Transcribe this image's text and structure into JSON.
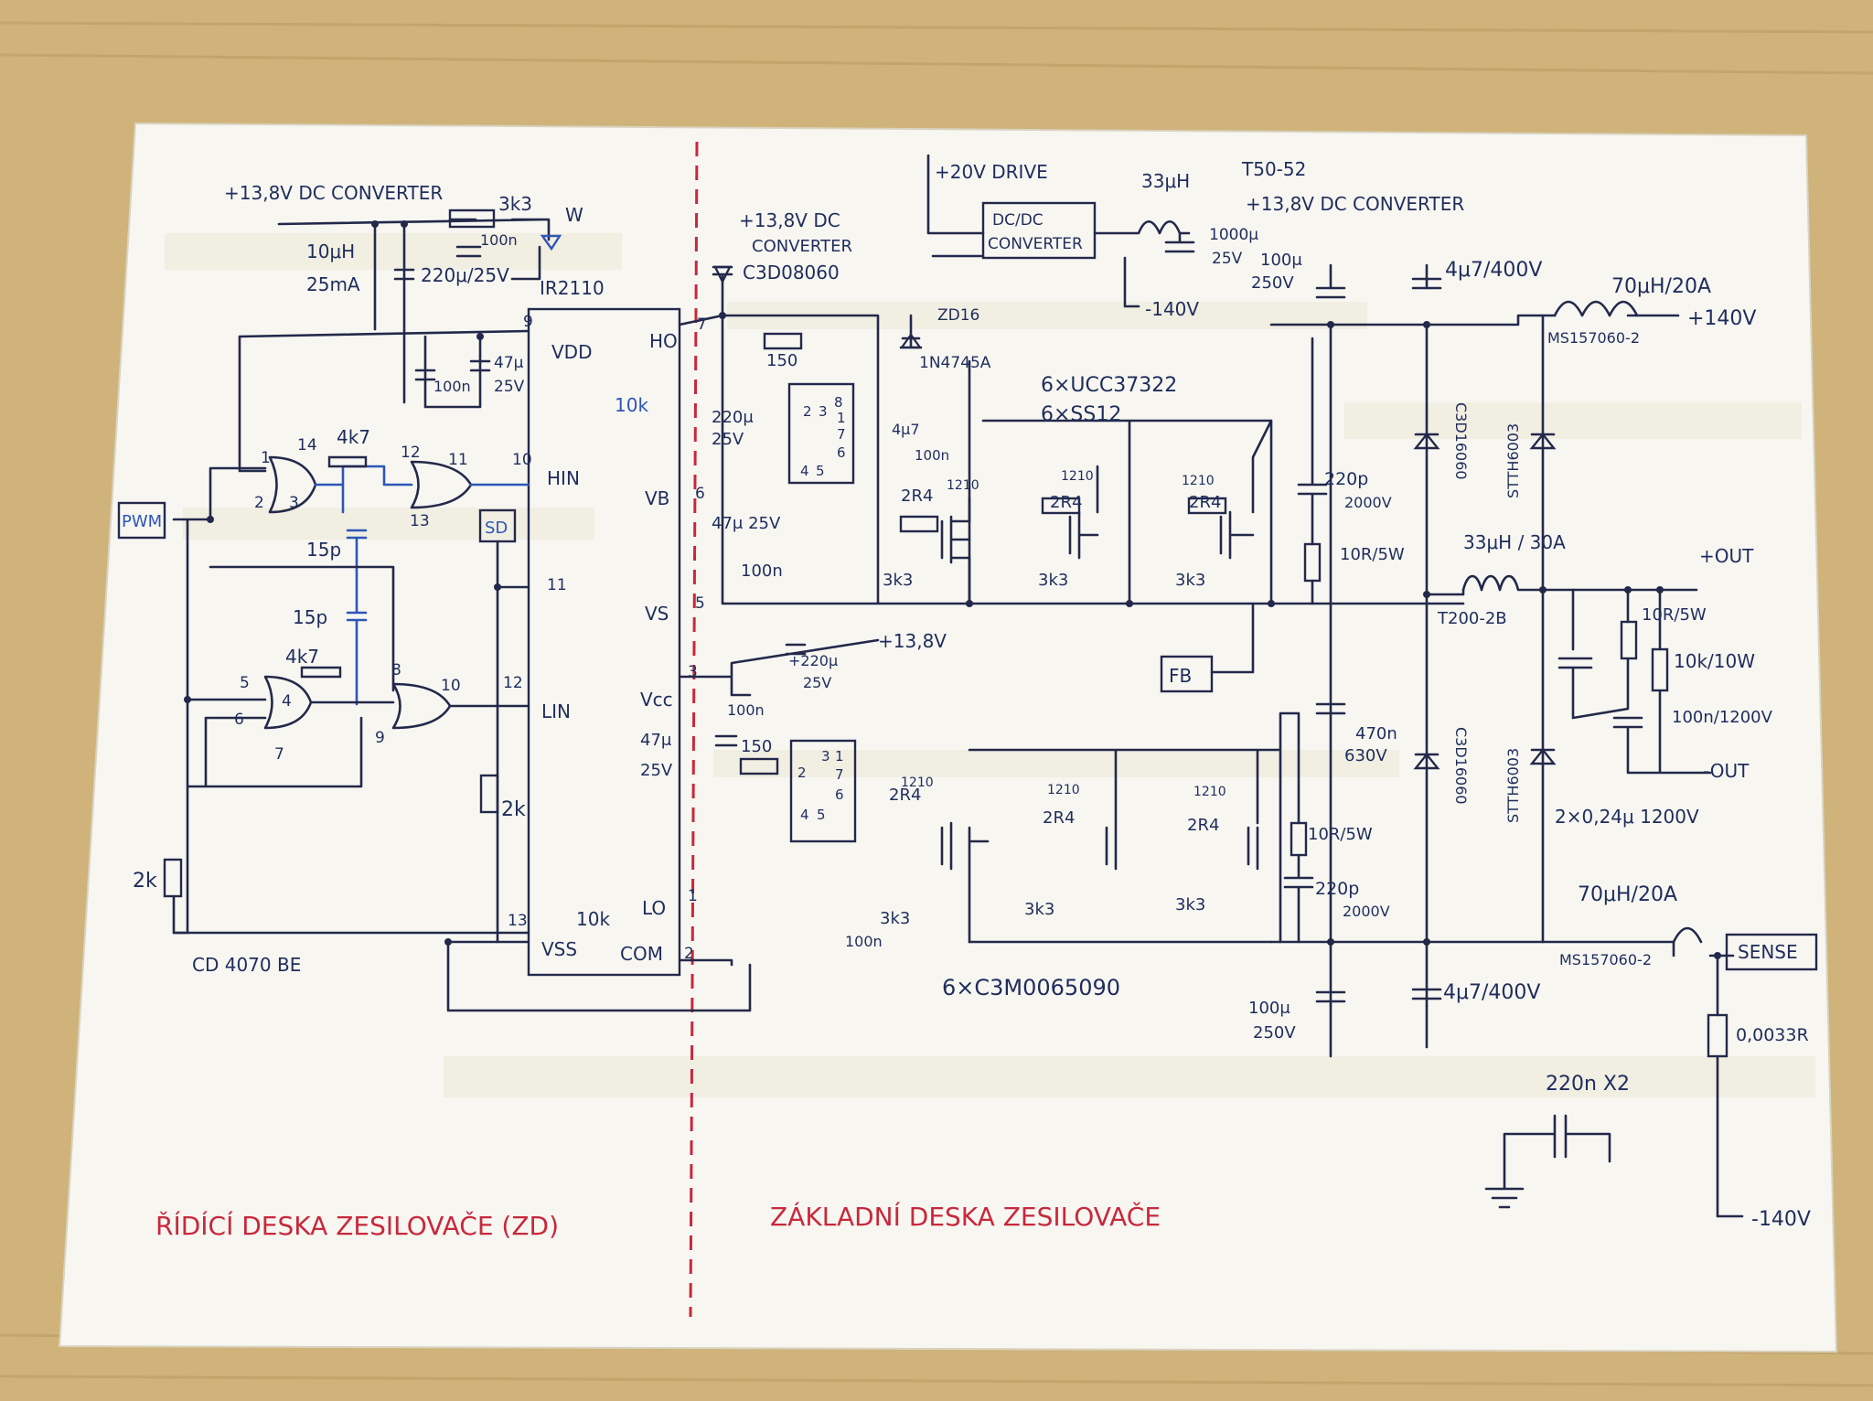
{
  "colors": {
    "desk": "#cfb37a",
    "paper": "#f7f6f1",
    "black_ink": "#23294a",
    "blue_ink": "#2e56b8",
    "red_ink": "#c8283c"
  },
  "left_board": {
    "title": "ŘÍDÍCÍ DESKA ZESILOVAČE (ZD)",
    "supply_label": "+13,8V DC CONVERTER",
    "resistor_led": "3k3",
    "led_mark": "W",
    "inductor": "10μH",
    "inductor_current": "25mA",
    "cap_small": "100n",
    "cap_electrolytic": "220μ/25V",
    "vdd_cap_small": "100n",
    "vdd_cap_electrolytic_value": "47μ",
    "vdd_cap_electrolytic_voltage": "25V",
    "pwm_label": "PWM",
    "resistor_gate_top": "4k7",
    "resistor_gate_bottom": "4k7",
    "cap_top": "15p",
    "cap_bottom": "15p",
    "resistor_input": "2k",
    "resistor_sd": "2k",
    "sd_label": "SD",
    "logic_ic": "CD 4070 BE",
    "gate_pins": [
      "1",
      "2",
      "3",
      "14",
      "12",
      "13",
      "11",
      "5",
      "6",
      "4",
      "7",
      "8",
      "9",
      "10"
    ]
  },
  "driver_ic": {
    "name": "IR2110",
    "pins": {
      "vdd": "VDD",
      "vdd_num": "9",
      "hin": "HIN",
      "hin_num": "10",
      "sd_num": "11",
      "lin": "LIN",
      "lin_num": "12",
      "vss": "VSS",
      "vss_num": "13",
      "ho": "HO",
      "ho_num": "7",
      "vb": "VB",
      "vb_num": "6",
      "vs": "VS",
      "vs_num": "5",
      "vcc": "Vcc",
      "vcc_num": "3",
      "lo": "LO",
      "lo_num": "1",
      "com": "COM",
      "com_num": "2"
    },
    "resistor_ho": "10k",
    "resistor_lo": "10k"
  },
  "right_board": {
    "title": "ZÁKLADNÍ DESKA ZESILOVAČE",
    "bootstrap_supply": "+13,8V DC",
    "bootstrap_supply_2": "CONVERTER",
    "bootstrap_diode": "C3D08060",
    "drive_label": "+20V DRIVE",
    "dcdc_line1": "DC/DC",
    "dcdc_line2": "CONVERTER",
    "dcdc_inductor": "33μH",
    "dcdc_core": "T50-52",
    "dcdc_cap": "1000μ",
    "dcdc_cap_2": "25V",
    "dcdc_out": "+13,8V DC CONVERTER",
    "neg_rail": "-140V",
    "zener": "ZD16",
    "zener_part": "1N4745A",
    "resistor_150_top": "150",
    "resistor_150_bottom": "150",
    "hs_cap_value": "220μ",
    "hs_cap_voltage": "25V",
    "hs_cap_small": "100n",
    "hs_cap_bulk": "47μ 25V",
    "ls_supply": "+13,8V",
    "ls_cap_top": "+220μ",
    "ls_cap_top_2": "25V",
    "ls_cap_small": "100n",
    "ls_cap_small_2": "100n",
    "ls_cap_bulk": "47μ",
    "ls_cap_bulk_2": "25V",
    "driver_ics": "6×UCC37322",
    "diodes": "6×SS12",
    "cap_4u7": "4μ7",
    "cap_100n": "100n",
    "gate_r": "2R4",
    "gate_diode": "1210",
    "pulldown": "3k3",
    "driver_pins_top": [
      "2",
      "3",
      "8",
      "1",
      "7",
      "6",
      "4",
      "5"
    ],
    "driver_pins_bottom": [
      "3",
      "1",
      "2",
      "7",
      "6",
      "4",
      "5"
    ],
    "mosfets": "6×C3M0065090",
    "fb_label": "FB",
    "snubber_cap_top": "220p",
    "snubber_cap_top_2": "2000V",
    "snubber_r_top": "10R/5W",
    "snubber_cap_bottom": "220p",
    "snubber_cap_bottom_2": "2000V",
    "snubber_r_bottom": "10R/5W",
    "bus_cap_top": "100μ",
    "bus_cap_top_2": "250V",
    "bus_cap_bottom": "100μ",
    "bus_cap_bottom_2": "250V",
    "film_cap_top": "4μ7/400V",
    "film_cap_bottom": "4μ7/400V",
    "mid_cap": "470n",
    "mid_cap_2": "630V",
    "diode_top": "C3D16060",
    "diode_bottom": "C3D16060",
    "diode_stth_top": "STTH6003",
    "diode_stth_bottom": "STTH6003",
    "choke_top": "70μH/20A",
    "choke_top_core": "MS157060-2",
    "pos_rail": "+140V",
    "output_inductor": "33μH / 30A",
    "output_core": "T200-2B",
    "out_pos": "+OUT",
    "out_neg": "-OUT",
    "zobel_r": "10R/5W",
    "load_r": "10k/10W",
    "out_cap": "100n/1200V",
    "out_cap_pair": "2×0,24μ 1200V",
    "choke_bottom": "70μH/20A",
    "choke_bottom_core": "MS157060-2",
    "sense_label": "SENSE",
    "shunt": "0,0033R",
    "y_cap": "220n X2",
    "neg_rail_out": "-140V"
  }
}
